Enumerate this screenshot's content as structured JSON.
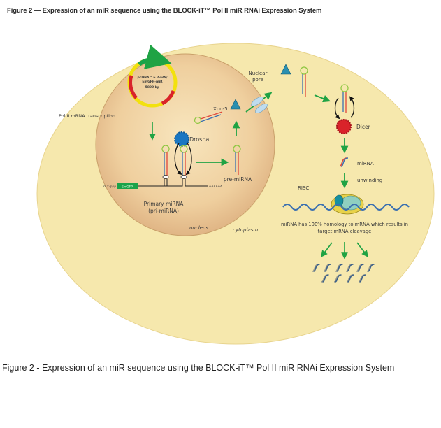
{
  "figure_title": "Figure 2 — Expression of an miR sequence using the BLOCK-iT™ Pol II miR RNAi Expression System",
  "caption": "Figure 2 - Expression of an miR sequence using the BLOCK-iT™ Pol II miR RNAi Expression System",
  "colors": {
    "cytoplasm": "#f6e8ad",
    "cytoplasm_edge": "#e8d48e",
    "nucleus_center": "#f7e2b8",
    "nucleus_edge": "#e0b585",
    "arrow_green": "#1fa344",
    "drosha_blue": "#1976c2",
    "dicer_red": "#d9232a",
    "xpo5_teal": "#2a8fb0",
    "rna_red": "#e0463a",
    "rna_blue": "#3a6fb0",
    "loop_green": "#8cc63f",
    "emgfp_green": "#1aa34a",
    "plasmid_yellow": "#f2e10e"
  },
  "plasmid": {
    "name_line1": "pcDNA™ 6.2-GW/",
    "name_line2": "EmGFP-miR",
    "size": "5899 bp"
  },
  "labels": {
    "pol2": "Pol II mRNA transcription",
    "drosha": "Drosha",
    "cap": "m⁷Gppp",
    "emgfp": "EmGFP",
    "polya": "AAAAAA",
    "primary_line1": "Primary miRNA",
    "primary_line2": "(pri-miRNA)",
    "nucleus": "nucleus",
    "cytoplasm": "cytoplasm",
    "pre_mirna": "pre-miRNA",
    "xpo5": "Xpo-5",
    "nuclear_line1": "Nuclear",
    "nuclear_line2": "pore",
    "dicer": "Dicer",
    "mirna": "miRNA",
    "unwinding": "unwinding",
    "risc": "RISC",
    "homology_line1": "miRNA has 100% homology to mRNA which results in",
    "homology_line2": "target mRNA cleavage"
  }
}
